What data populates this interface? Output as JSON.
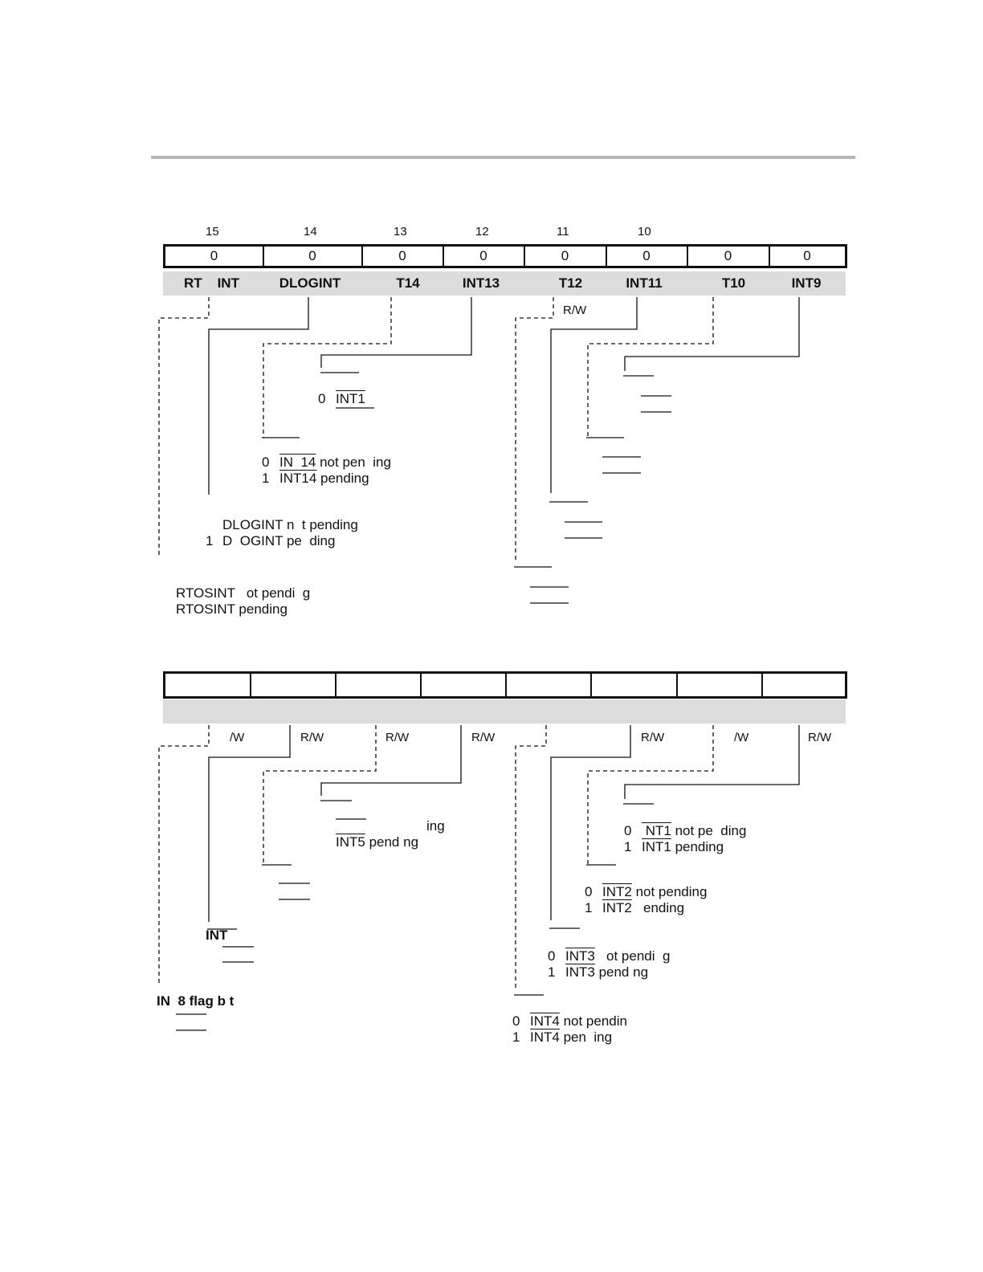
{
  "header_rule": true,
  "top_register": {
    "bit_numbers": [
      "15",
      "14",
      "13",
      "12",
      "11",
      "10"
    ],
    "reset_values": [
      "0",
      "0",
      "0",
      "0",
      "0",
      "0",
      "0",
      "0"
    ],
    "fields": [
      "RT    INT",
      "DLOGINT",
      "T14",
      "INT13",
      "T12",
      "INT11",
      "T10",
      "INT9"
    ],
    "access": [
      "R/W"
    ],
    "desc_int13": {
      "bit": "0",
      "name": "INT1"
    },
    "desc_int14": {
      "l0_bit": "0",
      "l0_name": "IN  14",
      "l0_text": " not pen  ing",
      "l1_bit": "1",
      "l1_name": "INT14",
      "l1_text": " pending"
    },
    "desc_dlogint": {
      "l0": "DLOGINT n  t pending",
      "l1_bit": "1",
      "l1_text": "D  OGINT pe  ding"
    },
    "desc_rtosint": {
      "l0": "RTOSINT   ot pendi  g",
      "l1": "RTOSINT pending"
    }
  },
  "bottom_register": {
    "access": [
      "/W",
      "R/W",
      "R/W",
      "R/W",
      "R/W",
      "/W",
      "R/W"
    ],
    "desc_int5": {
      "l0": "ing",
      "l1_name": "INT5",
      "l1_text": " pend ng"
    },
    "desc_int7": {
      "name": "INT"
    },
    "desc_int8": {
      "text": "IN  8 flag b t"
    },
    "desc_int1": {
      "l0_bit": "0",
      "l0_name": " NT1",
      "l0_text": " not pe  ding",
      "l1_bit": "1",
      "l1_name": "INT1",
      "l1_text": " pending"
    },
    "desc_int2": {
      "l0_bit": "0",
      "l0_name": "INT2",
      "l0_text": " not pending",
      "l1_bit": "1",
      "l1_name": "INT2",
      "l1_text": "   ending"
    },
    "desc_int3": {
      "l0_bit": "0",
      "l0_name": "INT3",
      "l0_text": "   ot pendi  g",
      "l1_bit": "1",
      "l1_name": "INT3",
      "l1_text": " pend ng"
    },
    "desc_int4": {
      "l0_bit": "0",
      "l0_name": "INT4",
      "l0_text": " not pendin",
      "l1_bit": "1",
      "l1_name": "INT4",
      "l1_text": " pen  ing"
    }
  }
}
